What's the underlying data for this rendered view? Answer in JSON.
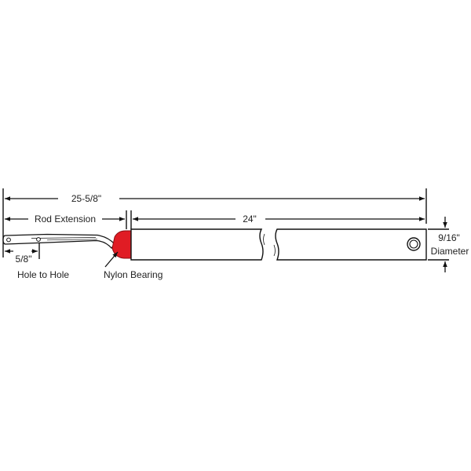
{
  "dimensions": {
    "overall_length": "25-5/8\"",
    "rod_extension": "Rod Extension",
    "tube_length": "24\"",
    "hole_spacing": "5/8\"",
    "hole_spacing_caption": "Hole to Hole",
    "diameter_value": "9/16\"",
    "diameter_caption": "Diameter"
  },
  "parts": {
    "bearing_label": "Nylon Bearing"
  },
  "colors": {
    "line": "#111111",
    "bearing": "#e01c24",
    "background": "#ffffff"
  }
}
